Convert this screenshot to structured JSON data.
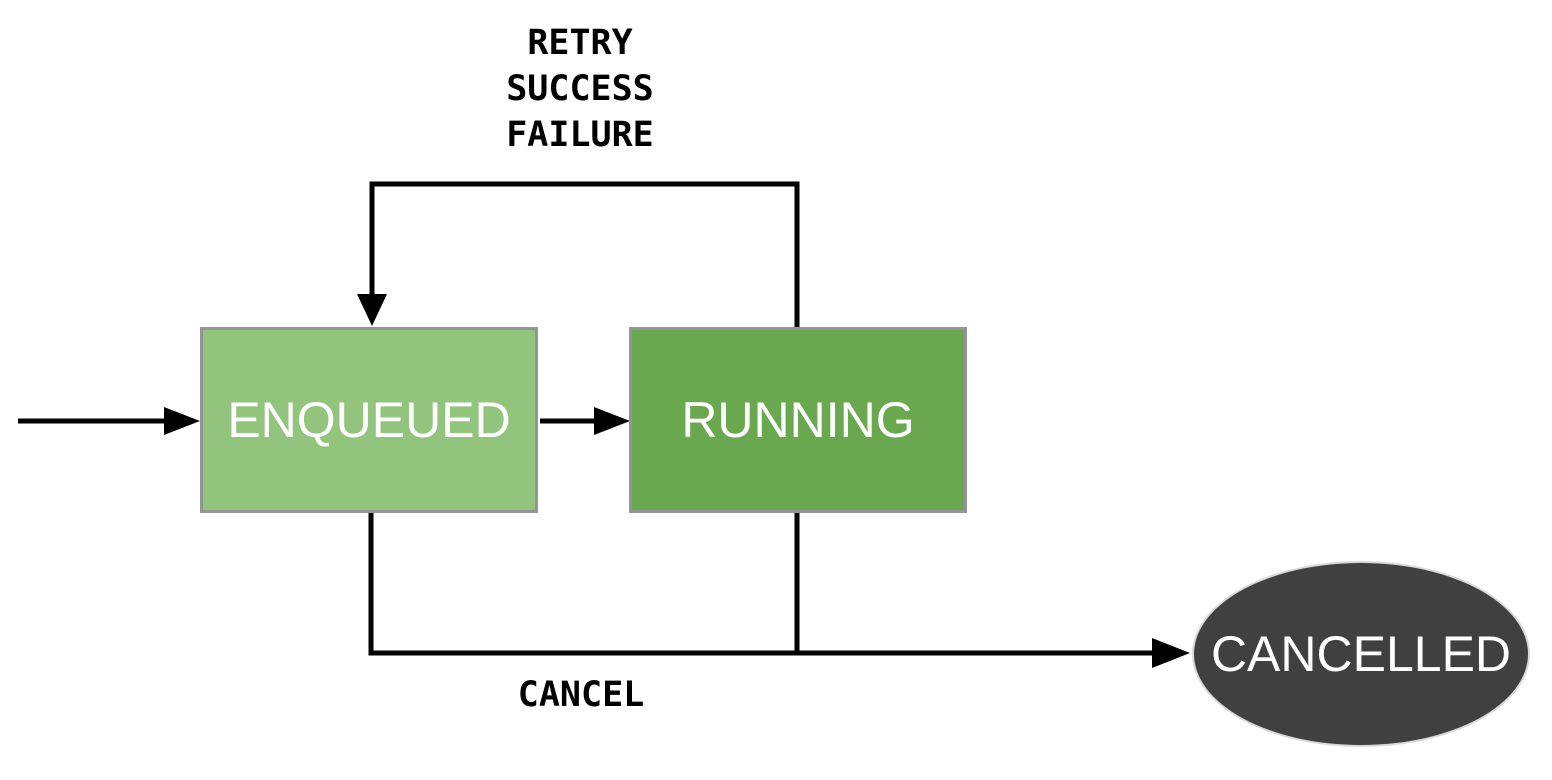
{
  "diagram": {
    "type": "state-machine",
    "background_color": "#ffffff",
    "line_color": "#000000",
    "nodes": {
      "enqueued": {
        "label": "ENQUEUED",
        "shape": "rectangle",
        "fill": "#93c47d",
        "border_color": "#949494",
        "text_color": "#ffffff"
      },
      "running": {
        "label": "RUNNING",
        "shape": "rectangle",
        "fill": "#6aa84f",
        "border_color": "#949494",
        "text_color": "#ffffff"
      },
      "cancelled": {
        "label": "CANCELLED",
        "shape": "ellipse",
        "fill": "#404040",
        "border_color": "#d9d9d9",
        "text_color": "#ffffff"
      }
    },
    "edges": {
      "start_to_enqueued": {
        "from": "start",
        "to": "ENQUEUED",
        "label": ""
      },
      "enqueued_to_running": {
        "from": "ENQUEUED",
        "to": "RUNNING",
        "label": ""
      },
      "running_to_enqueued_loop": {
        "from": "RUNNING",
        "to": "ENQUEUED",
        "label_lines": [
          "RETRY",
          "SUCCESS",
          "FAILURE"
        ]
      },
      "to_cancelled": {
        "from": "ENQUEUED, RUNNING",
        "to": "CANCELLED",
        "label": "CANCEL"
      }
    }
  }
}
